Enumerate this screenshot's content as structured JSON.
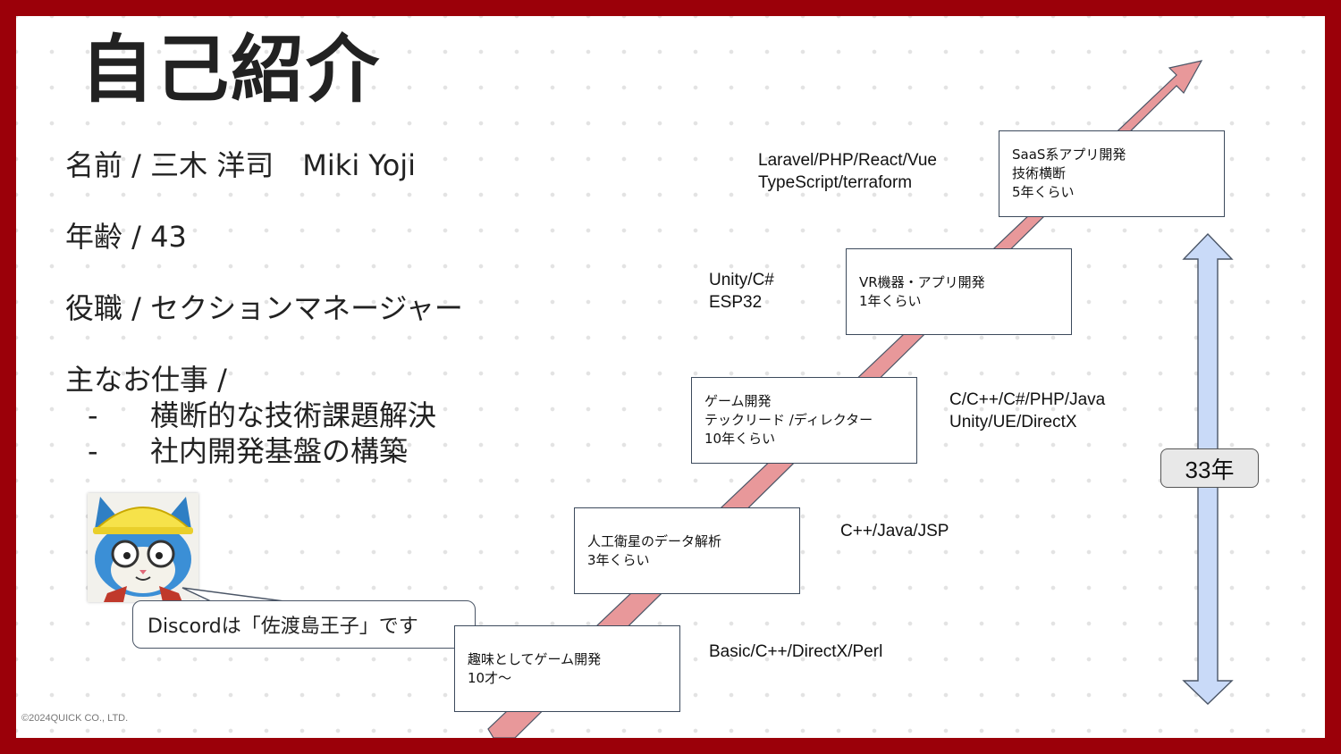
{
  "title": "自己紹介",
  "profile": {
    "name": "名前 / 三木 洋司　Miki Yoji",
    "age": "年齢 / 43",
    "role": "役職 / セクションマネージャー",
    "work_heading": "主なお仕事 /",
    "work_items": [
      "横断的な技術課題解決",
      "社内開発基盤の構築"
    ],
    "bullet_dash": "-"
  },
  "bubble_text": "Discordは「佐渡島王子」です",
  "timeline": [
    {
      "lines": [
        "趣味としてゲーム開発",
        "10才～"
      ],
      "tech": [
        "Basic/C++/DirectX/Perl"
      ]
    },
    {
      "lines": [
        "人工衛星のデータ解析",
        "3年くらい"
      ],
      "tech": [
        "C++/Java/JSP"
      ]
    },
    {
      "lines": [
        "ゲーム開発",
        "テックリード /ディレクター",
        "10年くらい"
      ],
      "tech": [
        "C/C++/C#/PHP/Java",
        "Unity/UE/DirectX"
      ]
    },
    {
      "lines": [
        "VR機器・アプリ開発",
        "1年くらい"
      ],
      "tech": [
        "Unity/C#",
        "ESP32"
      ]
    },
    {
      "lines": [
        "SaaS系アプリ開発",
        "技術横断",
        "5年くらい"
      ],
      "tech": [
        "Laravel/PHP/React/Vue",
        "TypeScript/terraform"
      ]
    }
  ],
  "span_label": "33年",
  "copyright": "©2024QUICK CO., LTD.",
  "colors": {
    "frame": "#9b0009",
    "diagonal_arrow": "#e8989a",
    "span_arrow": "#c9daf8",
    "text": "#222222"
  }
}
